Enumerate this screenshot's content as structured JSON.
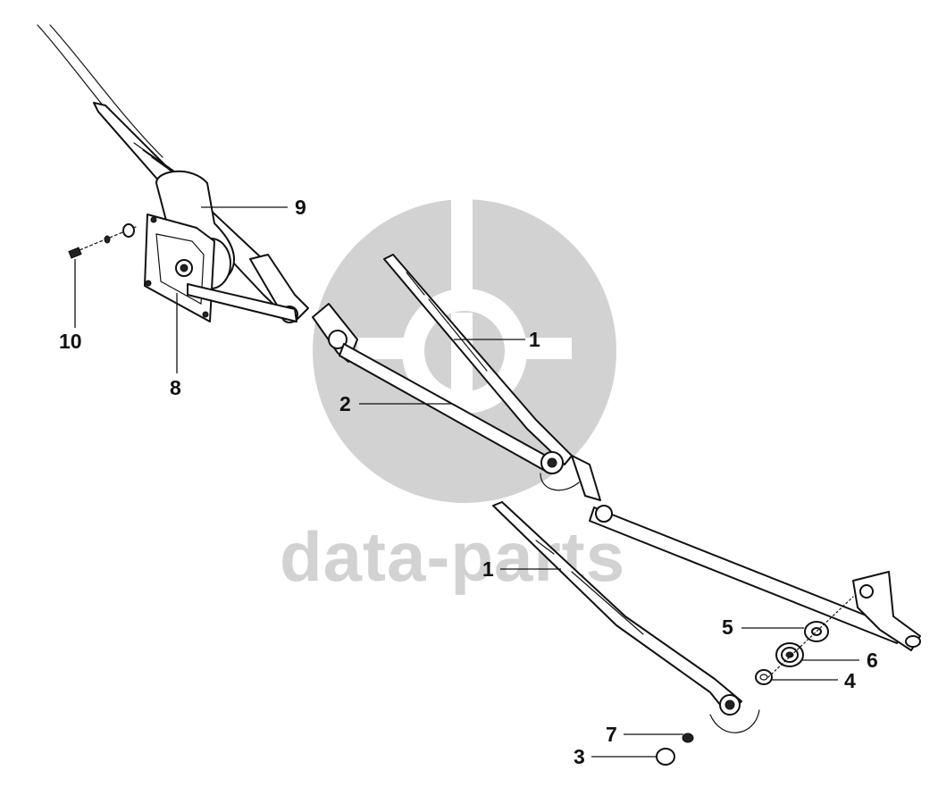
{
  "watermark": {
    "text": "data-parts",
    "color": "#d2d2d2"
  },
  "callouts": {
    "c1a": "1",
    "c1b": "1",
    "c2": "2",
    "c3": "3",
    "c4": "4",
    "c5": "5",
    "c6": "6",
    "c7": "7",
    "c8": "8",
    "c9": "9",
    "c10": "10"
  }
}
